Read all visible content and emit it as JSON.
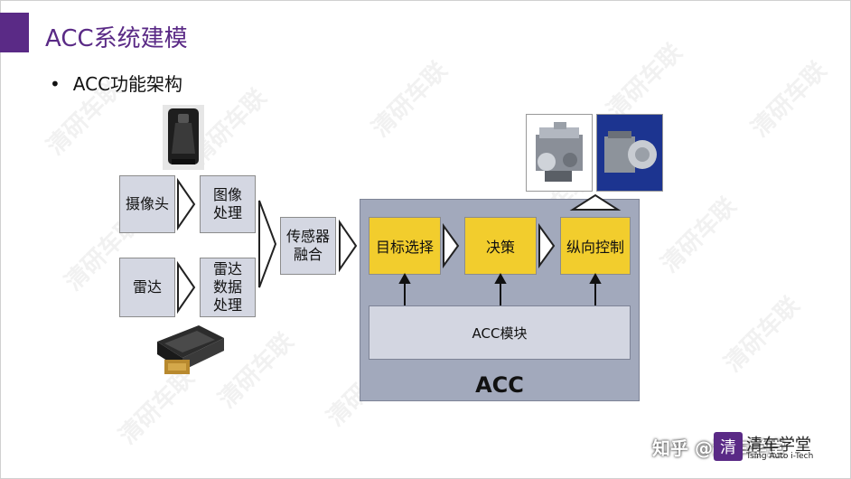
{
  "slide": {
    "title": "ACC系统建模",
    "bullet": "ACC功能架构"
  },
  "diagram": {
    "camera": "摄像头",
    "image_processing": "图像\n处理",
    "radar": "雷达",
    "radar_processing": "雷达\n数据\n处理",
    "sensor_fusion": "传感器\n融合",
    "target_selection": "目标选择",
    "decision": "决策",
    "longitudinal_control": "纵向控制",
    "acc_module": "ACC模块",
    "acc_label": "ACC"
  },
  "watermark": {
    "text": "清研车联"
  },
  "footer": {
    "zhihu": "知乎 @清车学堂",
    "logo_glyph": "清",
    "logo_text": "清车学堂",
    "logo_sub": "Tsing Auto i-Tech"
  },
  "colors": {
    "accent": "#5a2a86",
    "box_fill": "#d4d7e2",
    "highlight": "#f2cd2d",
    "panel": "#a2a9bc"
  }
}
